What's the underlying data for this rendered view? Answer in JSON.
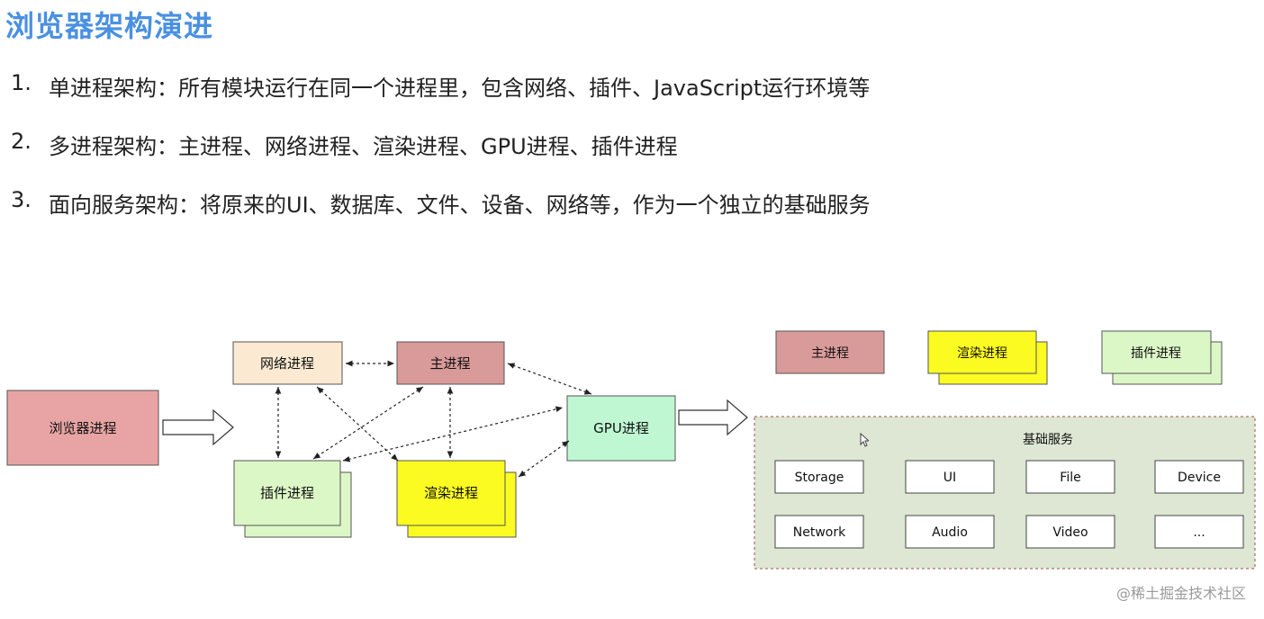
{
  "title": "浏览器架构演进",
  "bullets": [
    {
      "num": "1.",
      "text": "单进程架构：所有模块运行在同一个进程里，包含网络、插件、JavaScript运行环境等"
    },
    {
      "num": "2.",
      "text": "多进程架构：主进程、网络进程、渲染进程、GPU进程、插件进程"
    },
    {
      "num": "3.",
      "text": "面向服务架构：将原来的UI、数据库、文件、设备、网络等，作为一个独立的基础服务"
    }
  ],
  "left_diagram": {
    "browser_process": "浏览器进程",
    "network_process": "网络进程",
    "main_process": "主进程",
    "plugin_process": "插件进程",
    "render_process": "渲染进程",
    "gpu_process": "GPU进程"
  },
  "right_diagram": {
    "main_process": "主进程",
    "render_process": "渲染进程",
    "plugin_process": "插件进程",
    "services_title": "基础服务",
    "services": [
      "Storage",
      "UI",
      "File",
      "Device",
      "Network",
      "Audio",
      "Video",
      "..."
    ]
  },
  "colors": {
    "title": "#4a90e2",
    "browser": "#e8a4a4",
    "network": "#fbe9d1",
    "main": "#d99a9a",
    "plugin": "#dcf7c6",
    "render": "#fbfb22",
    "gpu": "#bff7d3",
    "services_bg": "#dde7d3"
  },
  "watermark": "@稀土掘金技术社区"
}
